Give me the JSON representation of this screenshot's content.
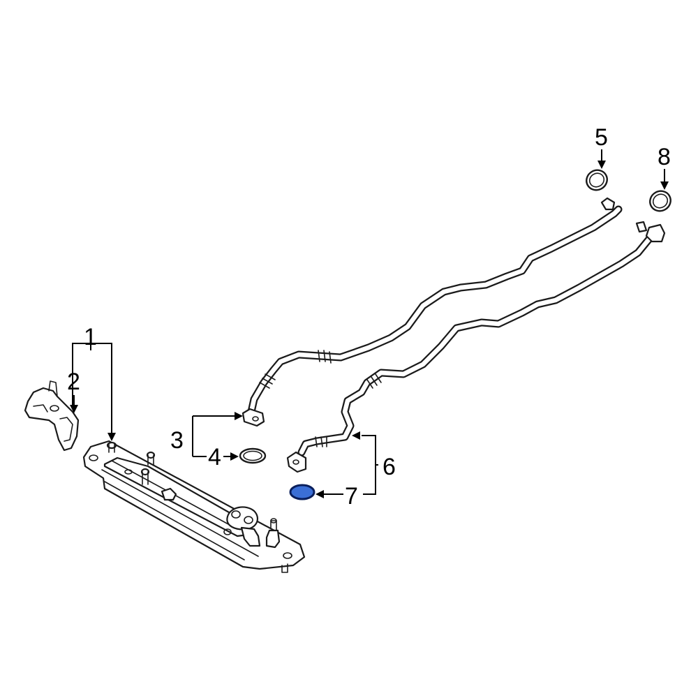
{
  "callouts": [
    {
      "id": "1",
      "text": "1"
    },
    {
      "id": "2",
      "text": "2"
    },
    {
      "id": "3",
      "text": "3"
    },
    {
      "id": "4",
      "text": "4"
    },
    {
      "id": "5",
      "text": "5"
    },
    {
      "id": "6",
      "text": "6"
    },
    {
      "id": "7",
      "text": "7"
    },
    {
      "id": "8",
      "text": "8"
    }
  ],
  "colors": {
    "line": "#1a1a1a",
    "highlight_fill": "#3b6fd6",
    "highlight_stroke": "#0a1f5c",
    "background": "#ffffff"
  },
  "highlighted_part": "7"
}
